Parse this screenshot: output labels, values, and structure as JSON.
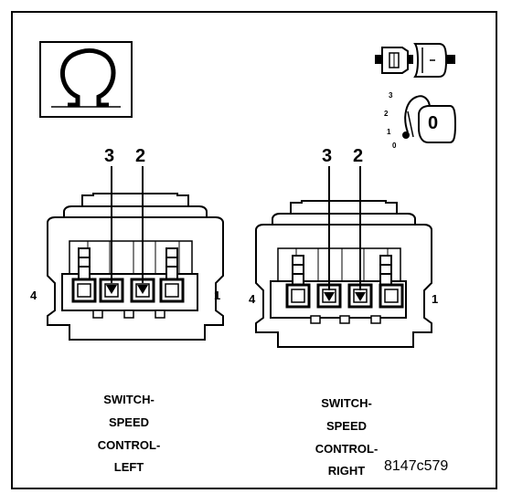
{
  "left_connector": {
    "caption_lines": [
      "SWITCH-",
      "SPEED",
      "CONTROL-",
      "LEFT"
    ],
    "pin_left": "4",
    "pin_right": "1",
    "arrow_labels": [
      "3",
      "2"
    ]
  },
  "right_connector": {
    "caption_lines": [
      "SWITCH-",
      "SPEED",
      "CONTROL-",
      "RIGHT"
    ],
    "pin_left": "4",
    "pin_right": "1",
    "arrow_labels": [
      "3",
      "2"
    ]
  },
  "ignition_key": {
    "positions": [
      "3",
      "2",
      "1",
      "0"
    ],
    "key_label": "0"
  },
  "figure_id": "8147c579",
  "icons": [
    "ohm-resistance-icon",
    "connector-plug-icon",
    "ignition-key-icon"
  ]
}
